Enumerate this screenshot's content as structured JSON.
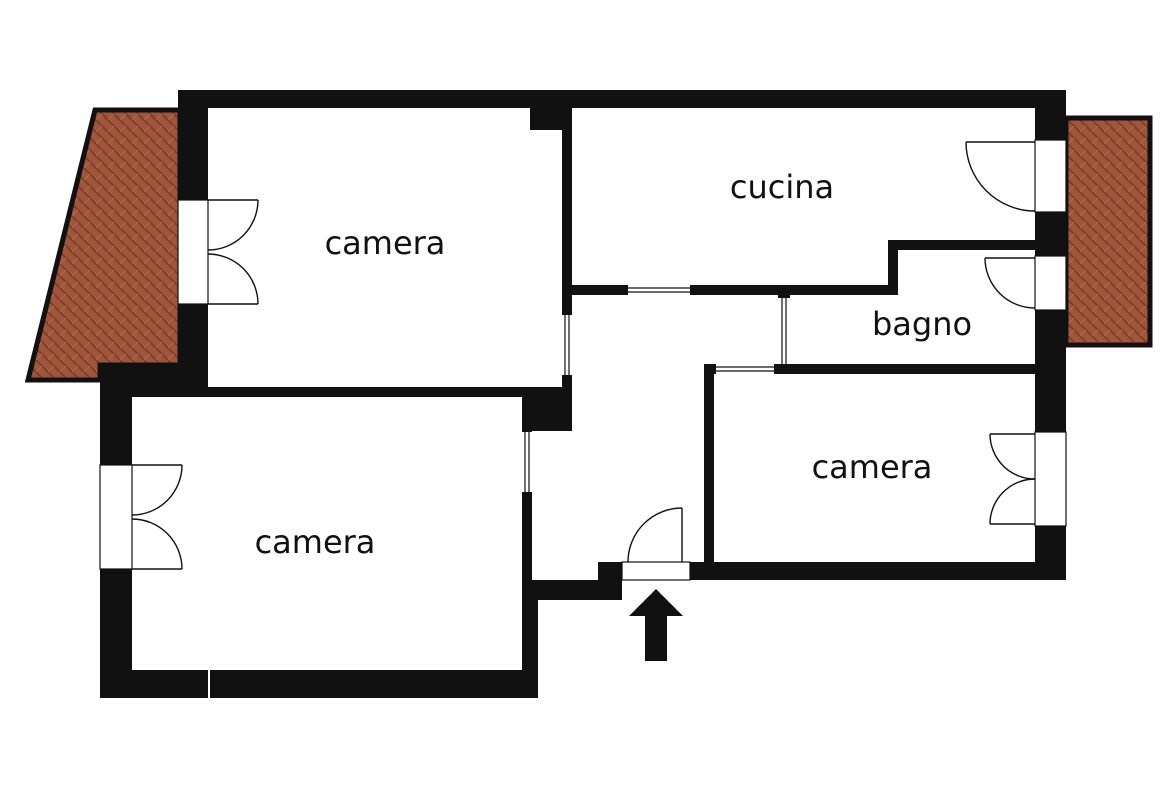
{
  "floorplan": {
    "rooms": {
      "camera_top_left": "camera",
      "cucina": "cucina",
      "bagno": "bagno",
      "camera_right": "camera",
      "camera_bottom_left": "camera"
    },
    "entrance_icon": "arrow-up-icon",
    "colors": {
      "wall": "#111111",
      "floor": "#ffffff",
      "balcony": "#a0563c",
      "balcony_pattern": "#7e3f2a"
    }
  }
}
